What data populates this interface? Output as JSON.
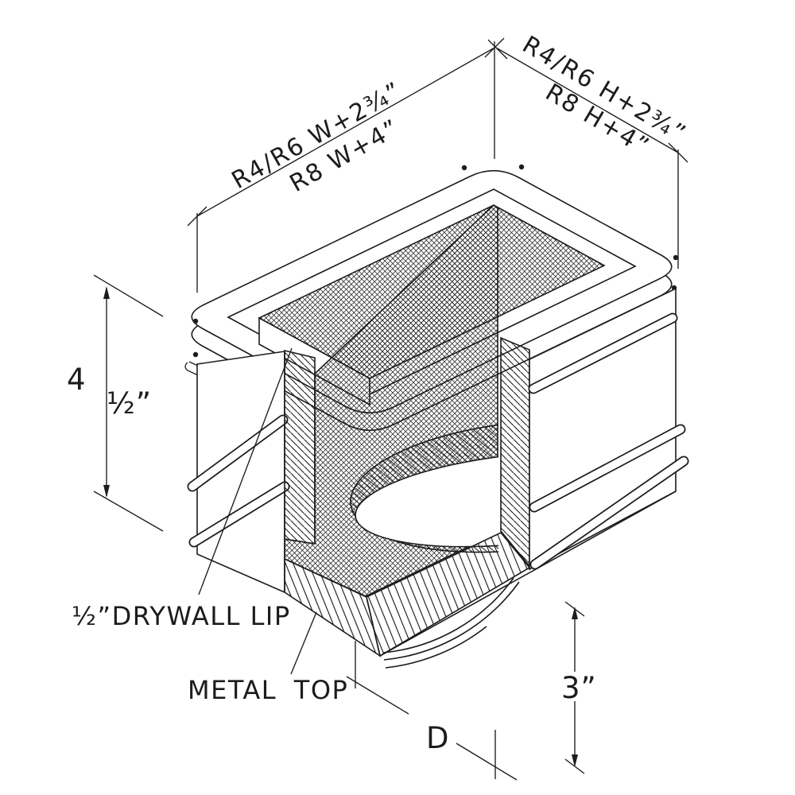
{
  "drawing": {
    "dim_width_line1": "R4/R6  W+2¾”",
    "dim_width_line2": "R8  W+4”",
    "dim_height_line1": "R4/R6  H+2¾”",
    "dim_height_line2": "R8  H+4”",
    "dim_depth_whole": "4",
    "dim_depth_fraction": "½”",
    "dim_collar_height": "3”",
    "dim_collar_diameter": "D",
    "label_drywall_lip": "½”DRYWALL LIP",
    "label_metal_top": "METAL TOP",
    "ink_color": "#1c1c1c",
    "paper_color": "#ffffff"
  }
}
